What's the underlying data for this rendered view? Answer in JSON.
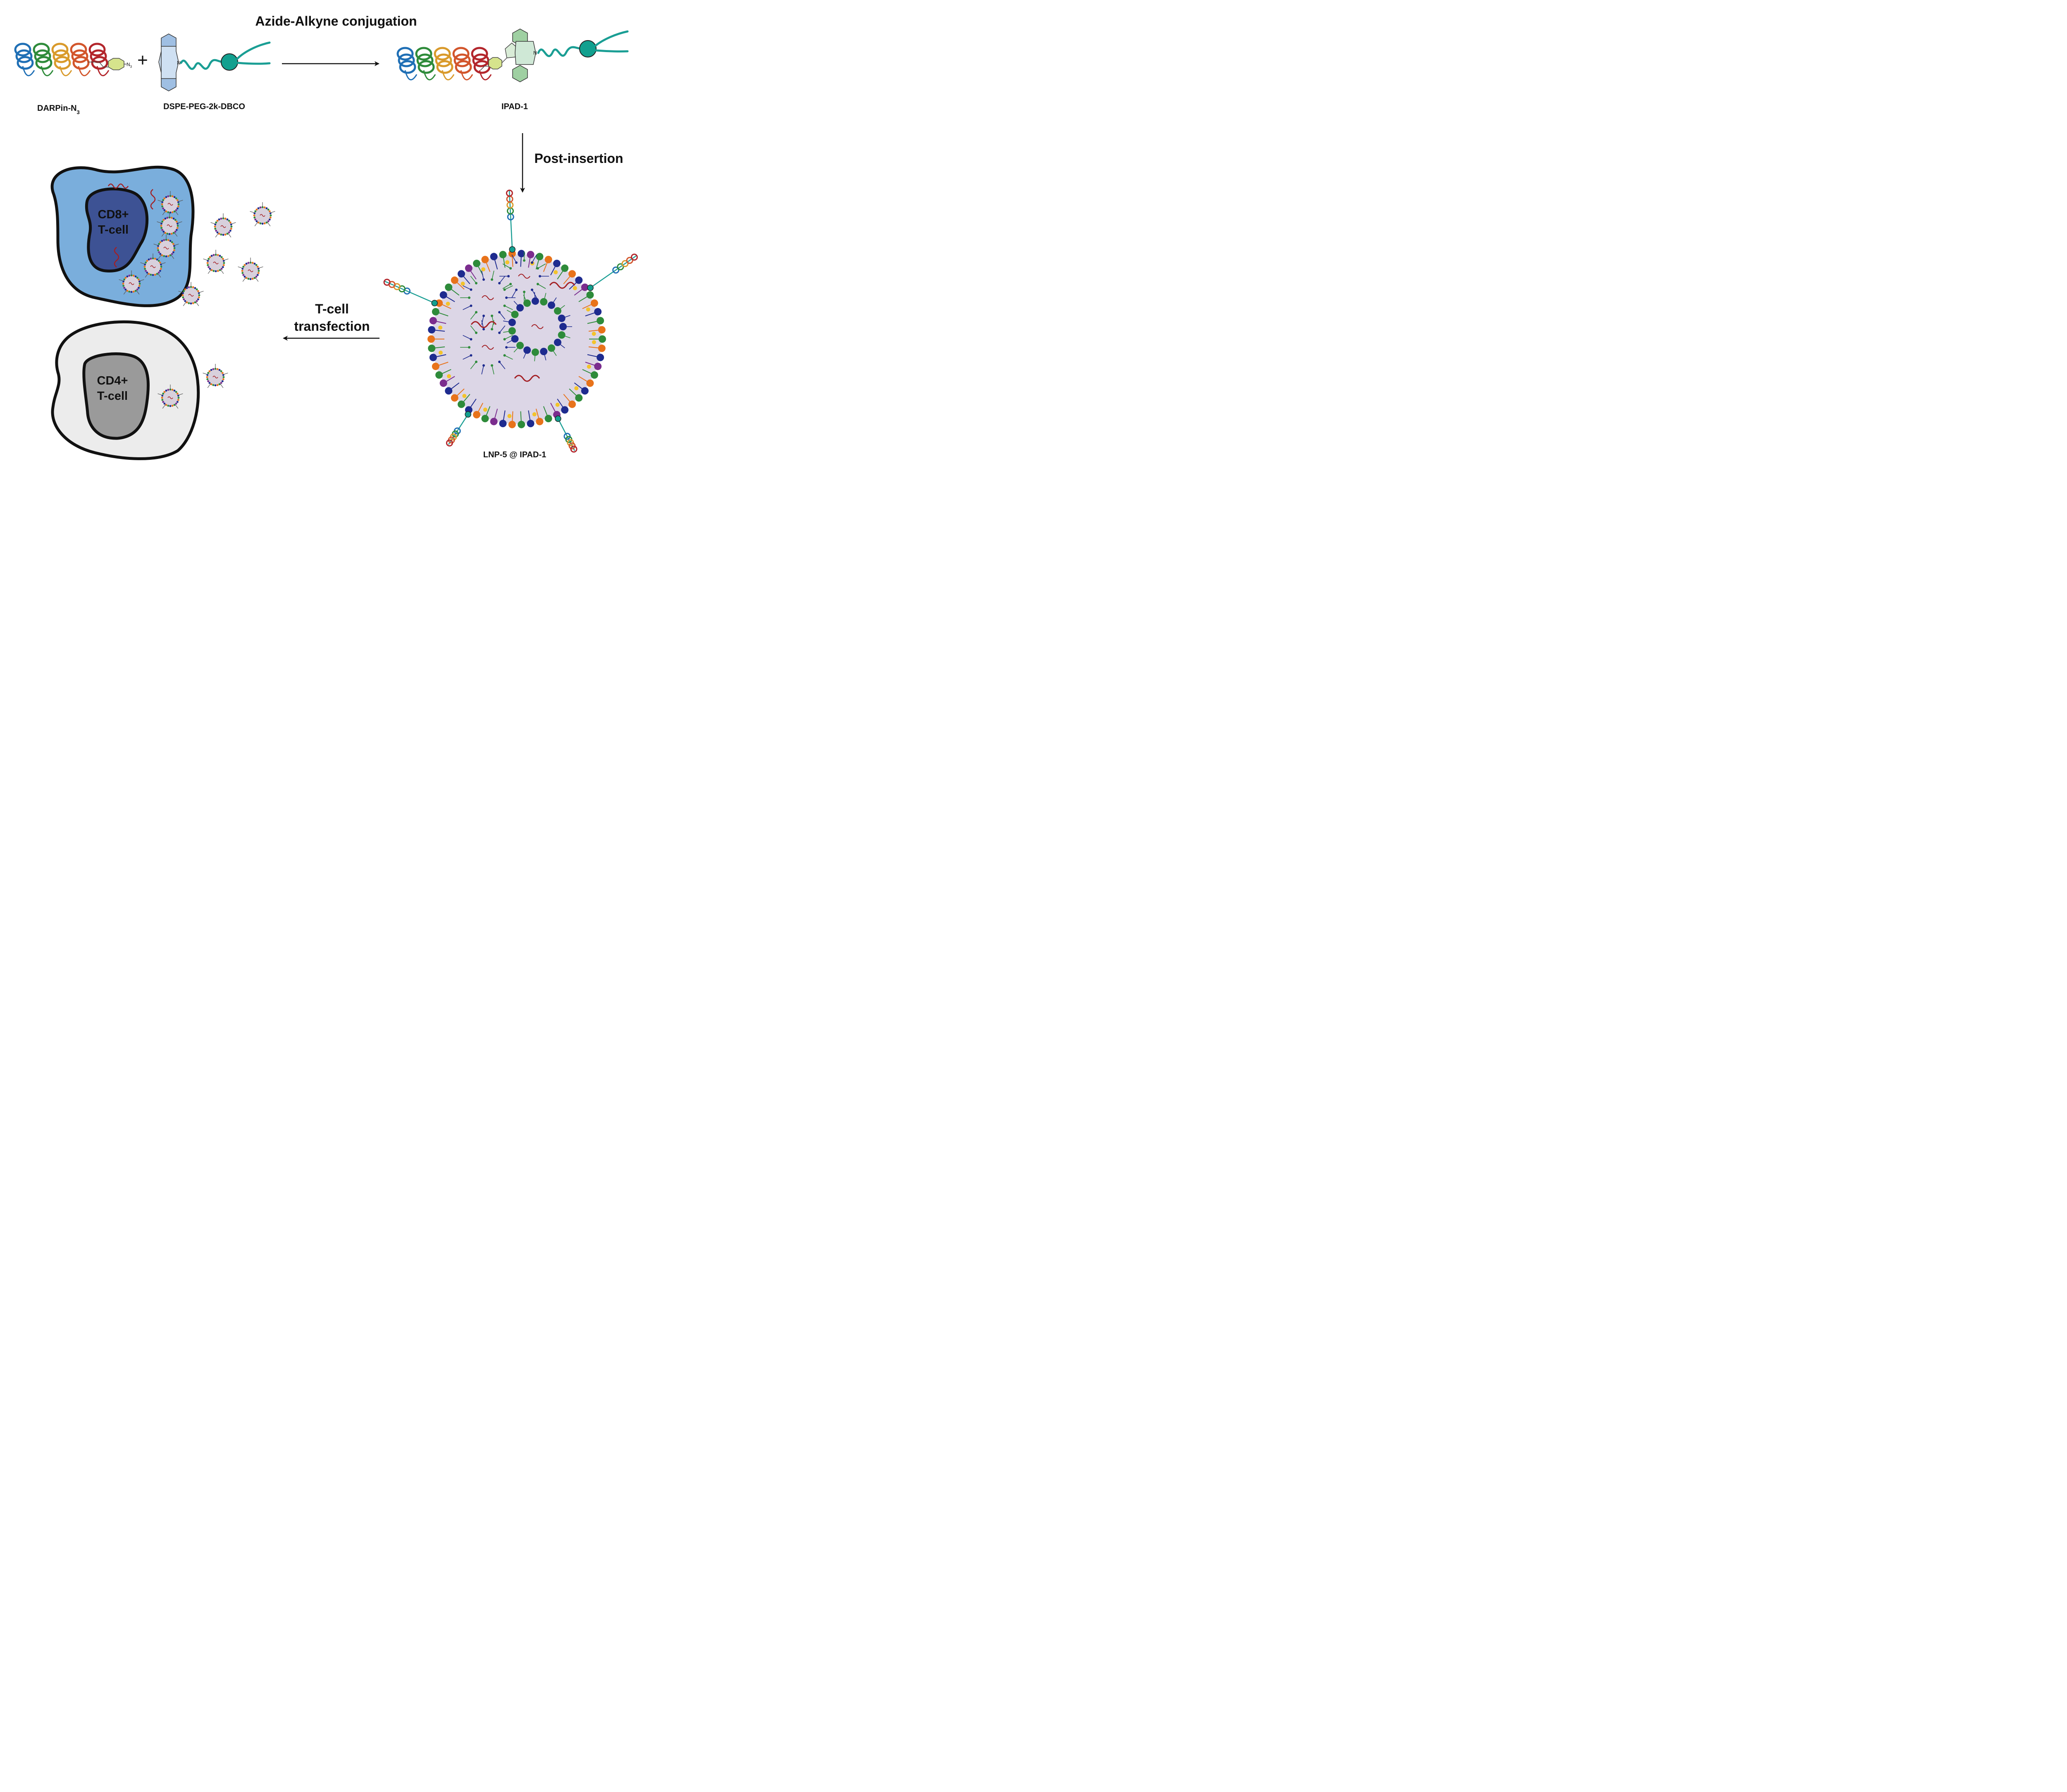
{
  "labels": {
    "title": "Azide-Alkyne conjugation",
    "darpin_label": "DARPin-N",
    "darpin_sub": "3",
    "dspe_label": "DSPE-PEG-2k-DBCO",
    "ipad_label": "IPAD-1",
    "post_insertion": "Post-insertion",
    "tcell_line1": "T-cell",
    "tcell_line2": "transfection",
    "lnp_label": "LNP-5 @ IPAD-1",
    "cd8_line1": "CD8+",
    "cd8_line2": "T-cell",
    "cd4_line1": "CD4+",
    "cd4_line2": "T-cell",
    "plus": "+",
    "azide": "N",
    "azide_sub": "3",
    "ring_n": "N"
  },
  "colors": {
    "darpin_repeats": [
      "#1f6fb5",
      "#2e8b3a",
      "#d99a2b",
      "#d2552b",
      "#b3262c"
    ],
    "peg": "#1a9e94",
    "dspe_head": "#12a08f",
    "cd8_cytoplasm": "#7aaedc",
    "cd8_nucleus": "#3d5294",
    "cd4_cytoplasm": "#ececec",
    "cd4_nucleus": "#9a9a9a",
    "lnp_core": "#dcd6e6",
    "mrna": "#a31f24"
  }
}
